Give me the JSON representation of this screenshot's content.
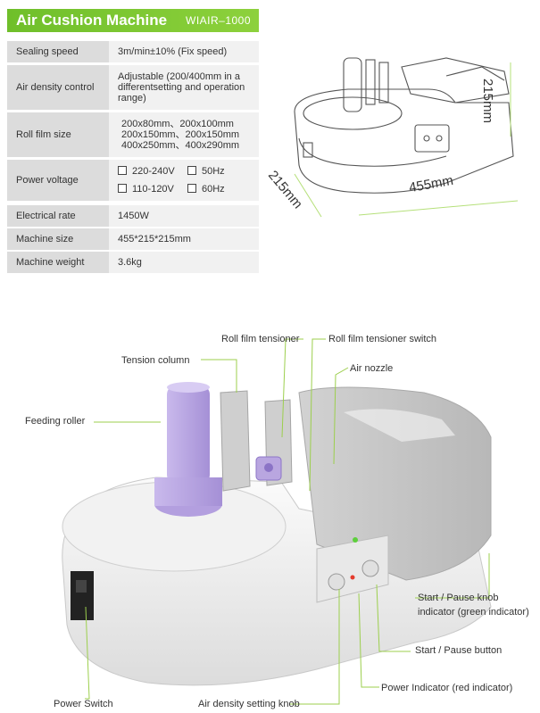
{
  "header": {
    "title": "Air Cushion Machine",
    "model": "WIAIR–1000"
  },
  "specs": [
    {
      "label": "Sealing speed",
      "value": "3m/min±10% (Fix speed)"
    },
    {
      "label": "Air density control",
      "value_lines": [
        "Adjustable (200/400mm in a",
        "differentsetting and operation",
        "range)"
      ]
    },
    {
      "label": "Roll film size",
      "value_lines": [
        "200x80mm、200x100mm",
        "200x150mm、200x150mm",
        "400x250mm、400x290mm"
      ]
    },
    {
      "label": "Power voltage",
      "options": [
        [
          "220-240V",
          "50Hz"
        ],
        [
          "110-120V",
          "60Hz"
        ]
      ]
    },
    {
      "label": "Electrical rate",
      "value": "1450W"
    },
    {
      "label": "Machine size",
      "value": "455*215*215mm"
    },
    {
      "label": "Machine weight",
      "value": "3.6kg"
    }
  ],
  "dimensions": {
    "height": "215mm",
    "depth": "215mm",
    "width": "455mm"
  },
  "callouts": {
    "roll_film_tensioner": "Roll film tensioner",
    "roll_film_tensioner_switch": "Roll film tensioner switch",
    "tension_column": "Tension column",
    "air_nozzle": "Air nozzle",
    "feeding_roller": "Feeding roller",
    "start_pause_indicator_1": "Start / Pause knob",
    "start_pause_indicator_2": "indicator (green indicator)",
    "start_pause_button": "Start / Pause button",
    "power_indicator": "Power Indicator (red indicator)",
    "power_switch": "Power Switch",
    "air_density_knob": "Air density setting knob"
  },
  "colors": {
    "accent": "#7cc435",
    "callout_line": "#9ccf4d",
    "roller": "#b9a6e0"
  }
}
